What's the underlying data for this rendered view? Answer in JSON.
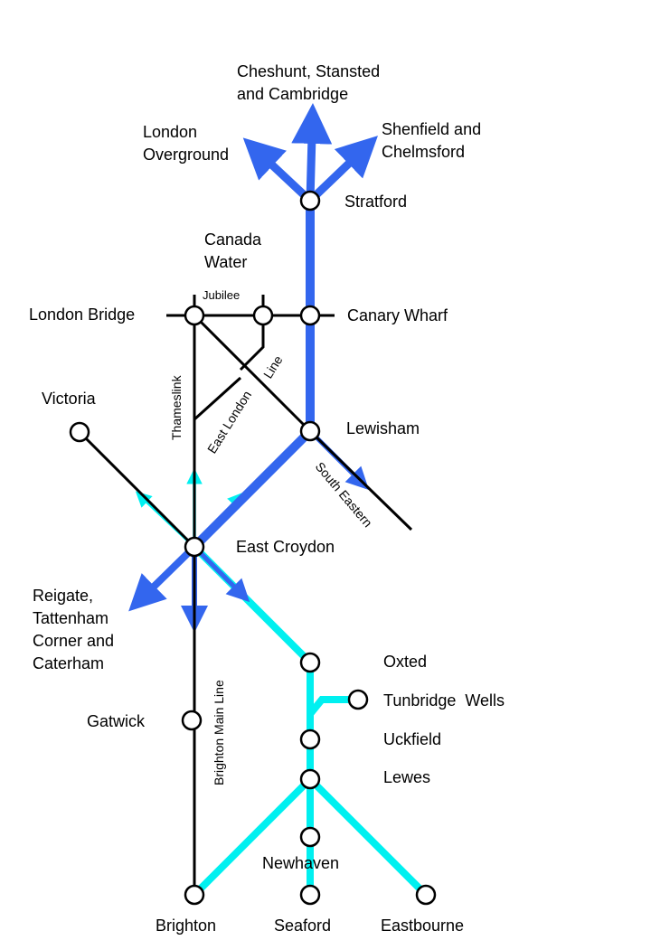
{
  "colors": {
    "background": "#ffffff",
    "crossrail_blue": "#3366ee",
    "coastal_cyan": "#00f0f0",
    "rail_black": "#000000",
    "station_fill": "#ffffff"
  },
  "lines": {
    "jubilee": "Jubilee",
    "thameslink": "Thameslink",
    "east_london_part1": "East London",
    "east_london_part2": "Line",
    "south_eastern": "South Eastern",
    "brighton_main_line": "Brighton Main Line"
  },
  "destinations": {
    "cheshunt": "Cheshunt, Stansted\nand Cambridge",
    "london_overground": "London\nOverground",
    "shenfield": "Shenfield and\nChelmsford",
    "reigate": "Reigate,\nTattenham\nCorner and\nCaterham"
  },
  "stations": {
    "stratford": "Stratford",
    "canada_water": "Canada\nWater",
    "london_bridge": "London Bridge",
    "canary_wharf": "Canary Wharf",
    "victoria": "Victoria",
    "lewisham": "Lewisham",
    "east_croydon": "East Croydon",
    "oxted": "Oxted",
    "tunbridge_wells": "Tunbridge  Wells",
    "gatwick": "Gatwick",
    "uckfield": "Uckfield",
    "lewes": "Lewes",
    "newhaven": "Newhaven",
    "brighton": "Brighton",
    "seaford": "Seaford",
    "eastbourne": "Eastbourne"
  }
}
